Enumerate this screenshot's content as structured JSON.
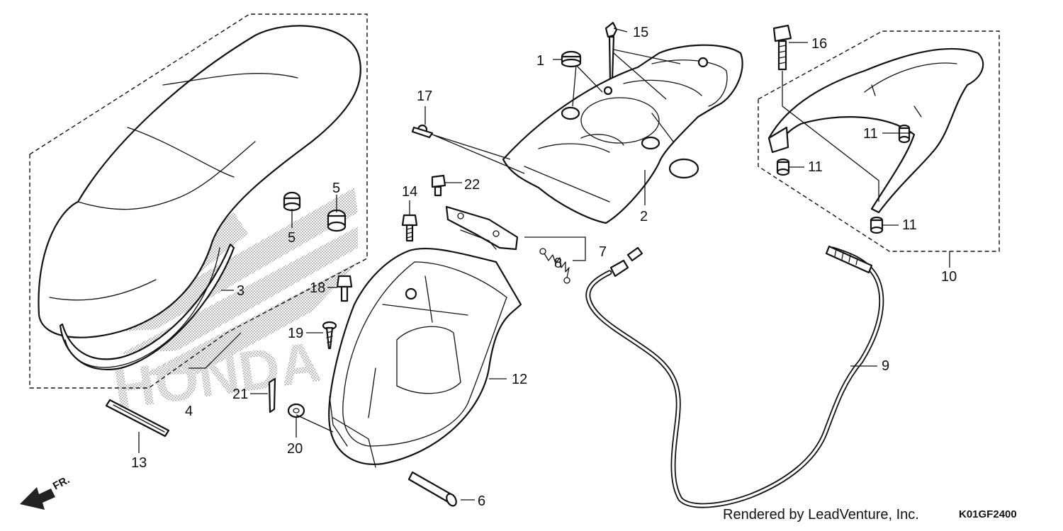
{
  "diagram": {
    "callouts": [
      "1",
      "2",
      "3",
      "4",
      "5",
      "5",
      "6",
      "7",
      "8",
      "9",
      "10",
      "11",
      "11",
      "11",
      "12",
      "13",
      "14",
      "15",
      "16",
      "17",
      "18",
      "19",
      "20",
      "21",
      "22"
    ],
    "direction_label": "FR.",
    "watermark_text": "HONDA",
    "credit": "Rendered by LeadVenture, Inc.",
    "diagram_code": "K01GF2400"
  }
}
